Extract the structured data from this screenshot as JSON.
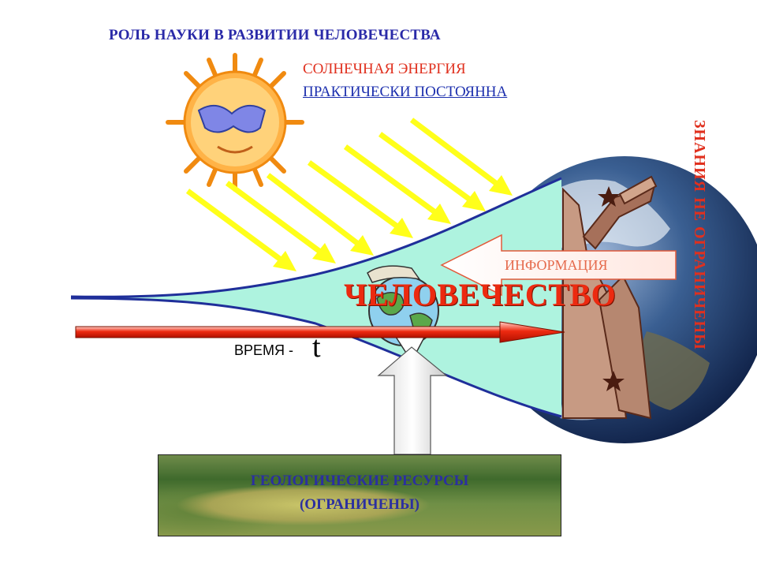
{
  "title": "РОЛЬ НАУКИ В РАЗВИТИИ ЧЕЛОВЕЧЕСТВА",
  "solar_energy": {
    "line1": "СОЛНЕЧНАЯ ЭНЕРГИЯ",
    "line2": "ПРАКТИЧЕСКИ ПОСТОЯННА"
  },
  "knowledge_label": "ЗНАНИЯ НЕ ОГРАНИЧЕНЫ",
  "information_label": "ИНФОРМАЦИЯ",
  "humanity_label": "ЧЕЛОВЕЧЕСТВО",
  "time_axis": {
    "label": "ВРЕМЯ -",
    "symbol": "t"
  },
  "geological_resources": {
    "line1": "ГЕОЛОГИЧЕСКИЕ РЕСУРСЫ",
    "line2": "(ОГРАНИЧЕНЫ)"
  },
  "colors": {
    "title": "#2a2aa8",
    "accent_red": "#e0301e",
    "cone_fill": "#aef3df",
    "cone_edge": "#1f2f9a",
    "sun_rays": "#ffff1a"
  },
  "icons": [
    "sun-icon",
    "earth-globe-icon",
    "wizard-astronomer-icon",
    "cartoon-globe-icon"
  ]
}
